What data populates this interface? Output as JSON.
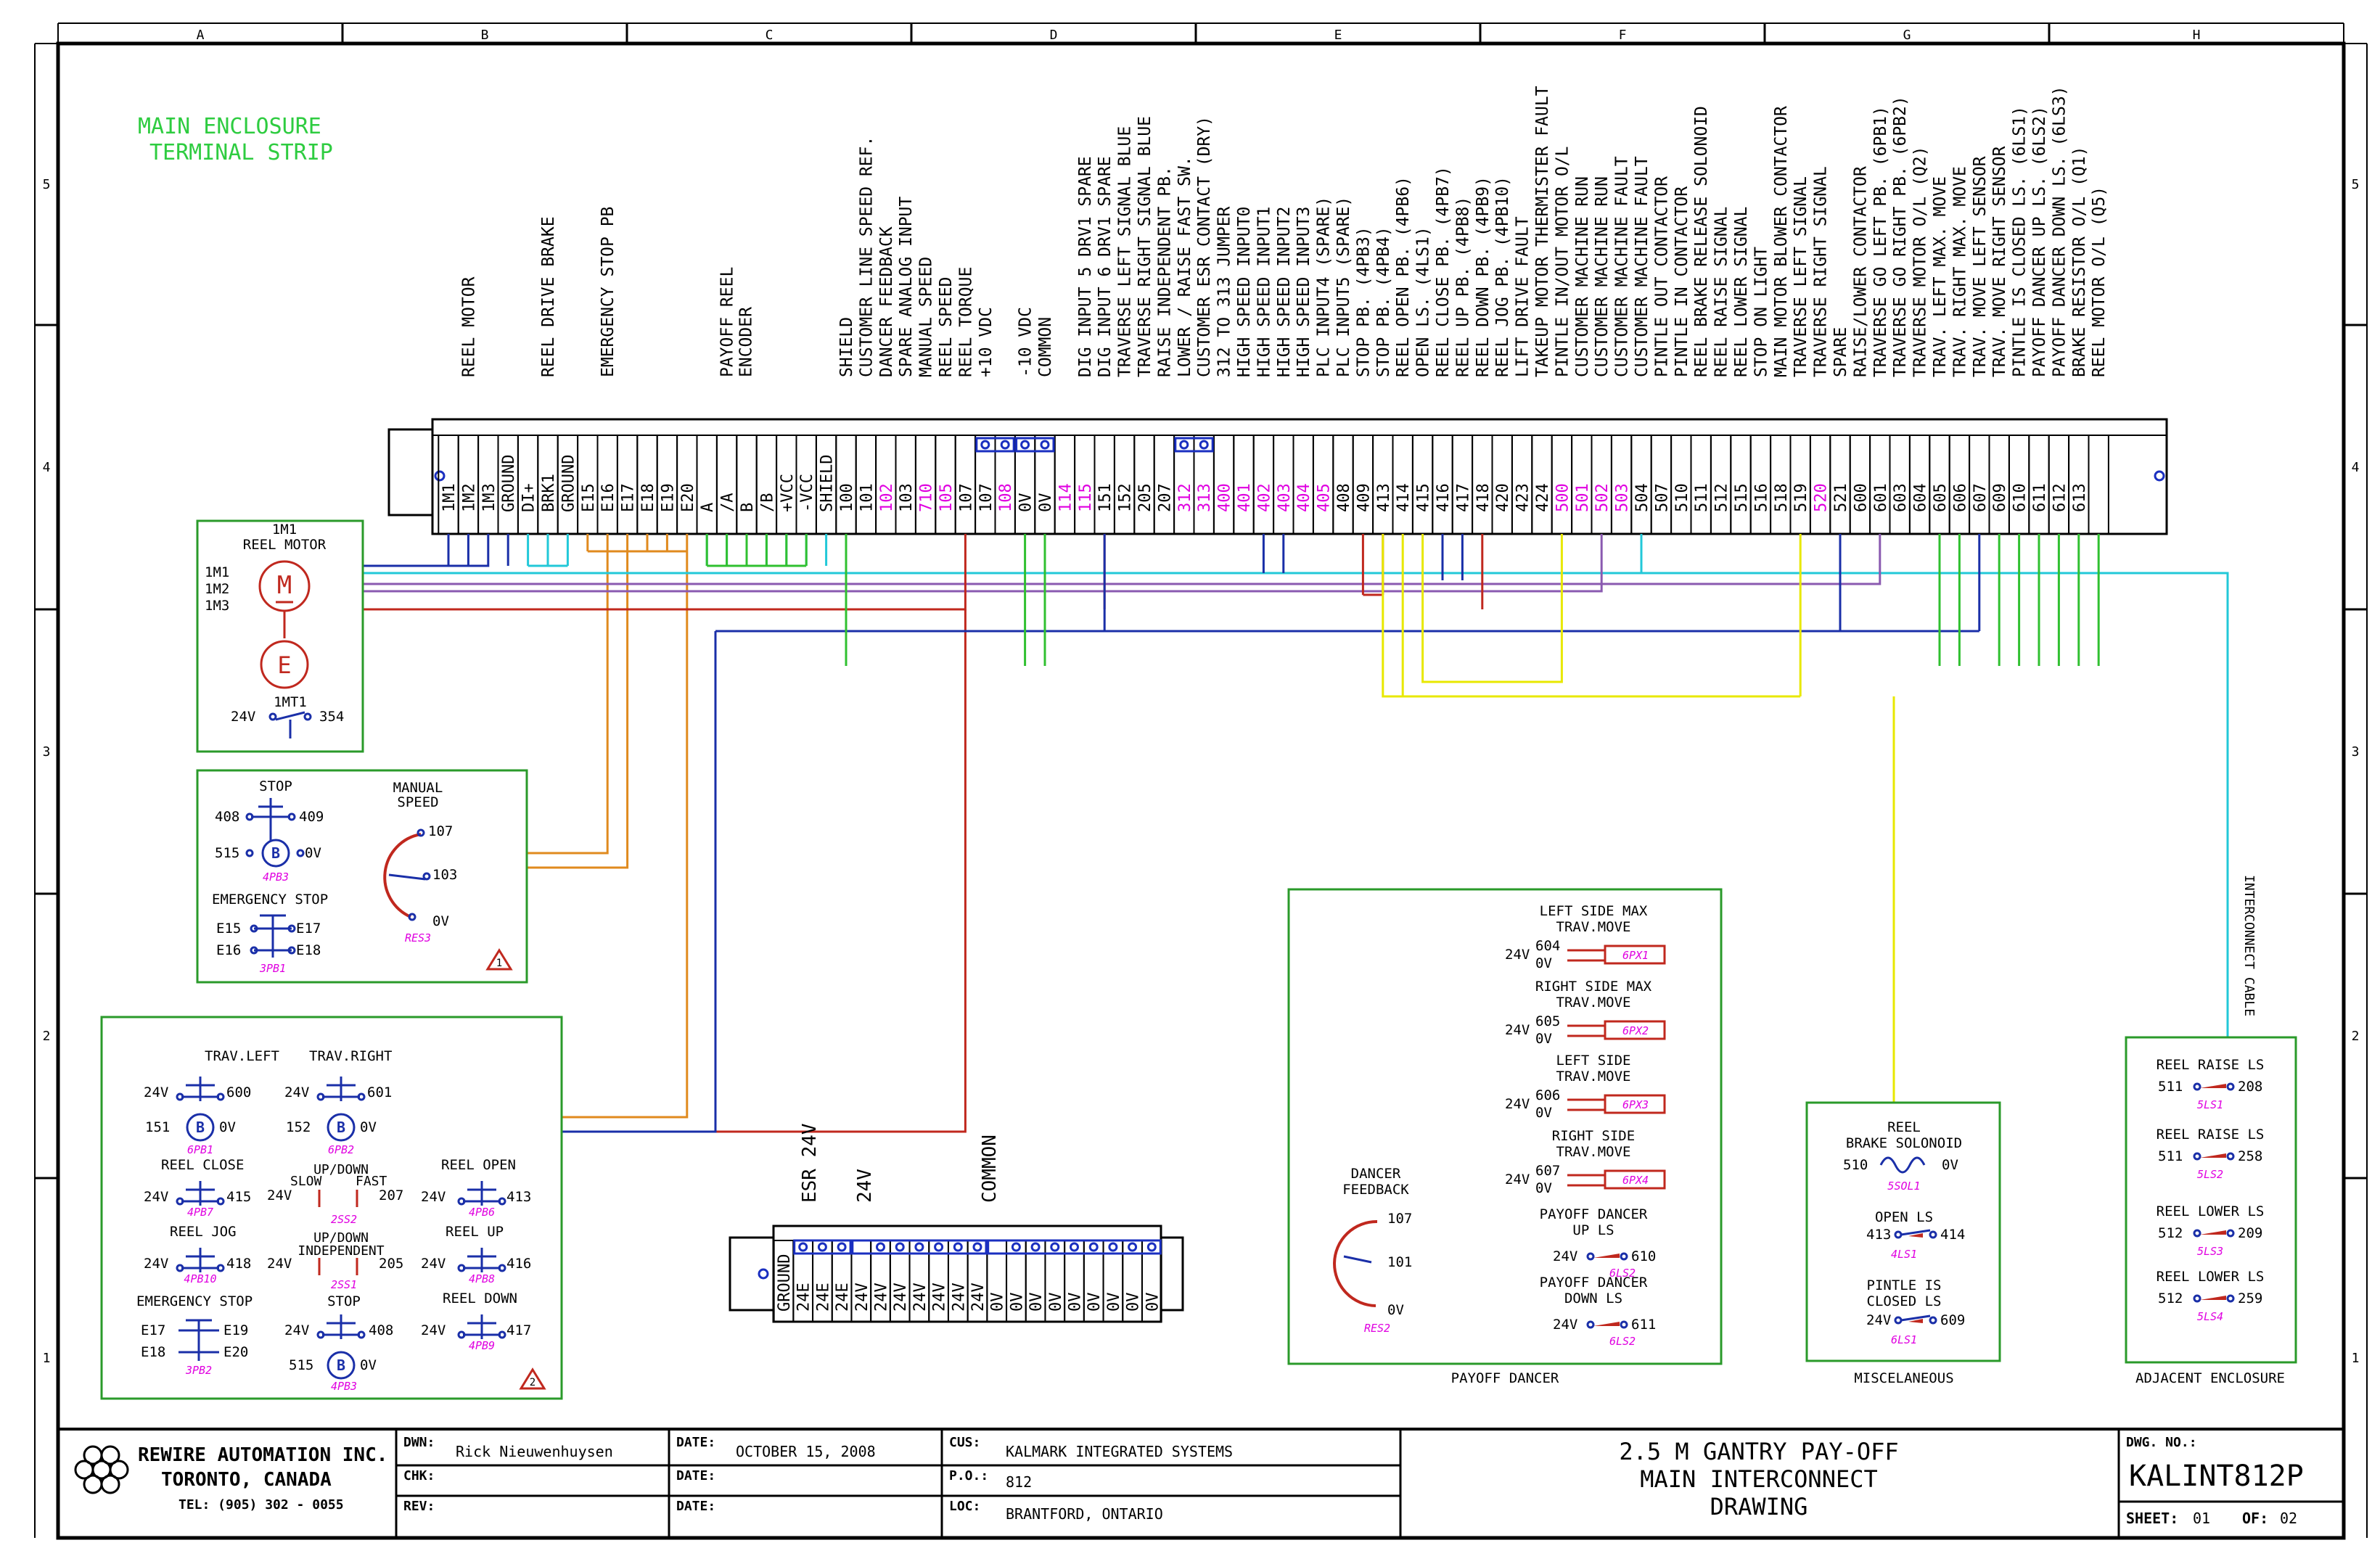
{
  "grid": {
    "columns": [
      "A",
      "B",
      "C",
      "D",
      "E",
      "F",
      "G",
      "H"
    ],
    "rows": [
      "5",
      "4",
      "3",
      "2",
      "1"
    ]
  },
  "heading": [
    "MAIN ENCLOSURE",
    "TERMINAL STRIP"
  ],
  "colors": {
    "green_label": "#2ecc40",
    "magenta": "#e000e0",
    "jumper_blue": "#1a2fc0",
    "wire_blue": "#1a2fa8",
    "wire_cyan": "#22c8d8",
    "wire_orange": "#e08a1e",
    "wire_red": "#c0281e",
    "wire_yellow": "#e8e800",
    "wire_green": "#30c030",
    "wire_purple": "#8a5ab0",
    "box_green": "#2a9a2a"
  },
  "main_terminals": [
    {
      "label": "1M1",
      "desc": ""
    },
    {
      "label": "1M2",
      "desc": "REEL MOTOR"
    },
    {
      "label": "1M3",
      "desc": ""
    },
    {
      "label": "GROUND",
      "desc": ""
    },
    {
      "label": "DI+",
      "desc": ""
    },
    {
      "label": "BRK1",
      "desc": "REEL DRIVE BRAKE"
    },
    {
      "label": "GROUND",
      "desc": ""
    },
    {
      "label": "E15",
      "desc": ""
    },
    {
      "label": "E16",
      "desc": "EMERGENCY STOP PB"
    },
    {
      "label": "E17",
      "desc": ""
    },
    {
      "label": "E18",
      "desc": ""
    },
    {
      "label": "E19",
      "desc": ""
    },
    {
      "label": "E20",
      "desc": ""
    },
    {
      "label": "A",
      "desc": ""
    },
    {
      "label": "/A",
      "desc": "PAYOFF REEL|ENCODER"
    },
    {
      "label": "B",
      "desc": ""
    },
    {
      "label": "/B",
      "desc": ""
    },
    {
      "label": "+VCC",
      "desc": ""
    },
    {
      "label": "-VCC",
      "desc": ""
    },
    {
      "label": "SHIELD",
      "desc": ""
    },
    {
      "label": "100",
      "desc": "SHIELD"
    },
    {
      "label": "101",
      "desc": "CUSTOMER LINE SPEED REF."
    },
    {
      "label": "102",
      "desc": "DANCER FEEDBACK",
      "mag": true
    },
    {
      "label": "103",
      "desc": "SPARE ANALOG INPUT"
    },
    {
      "label": "710",
      "desc": "MANUAL SPEED",
      "mag": true
    },
    {
      "label": "105",
      "desc": "REEL SPEED",
      "mag": true
    },
    {
      "label": "107",
      "desc": "REEL TORQUE"
    },
    {
      "label": "107",
      "desc": "+10 VDC"
    },
    {
      "label": "108",
      "desc": "",
      "mag": true
    },
    {
      "label": "0V",
      "desc": "-10 VDC"
    },
    {
      "label": "0V",
      "desc": "COMMON"
    },
    {
      "label": "114",
      "desc": "",
      "mag": true
    },
    {
      "label": "115",
      "desc": "DIG INPUT 5 DRV1 SPARE",
      "mag": true
    },
    {
      "label": "151",
      "desc": "DIG INPUT 6 DRV1 SPARE"
    },
    {
      "label": "152",
      "desc": "TRAVERSE LEFT SIGNAL BLUE"
    },
    {
      "label": "205",
      "desc": "TRAVERSE RIGHT SIGNAL BLUE"
    },
    {
      "label": "207",
      "desc": "RAISE INDEPENDENT PB."
    },
    {
      "label": "312",
      "desc": "LOWER / RAISE FAST SW.",
      "mag": true
    },
    {
      "label": "313",
      "desc": "CUSTOMER ESR CONTACT (DRY)",
      "mag": true
    },
    {
      "label": "400",
      "desc": "312 TO 313 JUMPER",
      "mag": true
    },
    {
      "label": "401",
      "desc": "HIGH SPEED INPUT0",
      "mag": true
    },
    {
      "label": "402",
      "desc": "HIGH SPEED INPUT1",
      "mag": true
    },
    {
      "label": "403",
      "desc": "HIGH SPEED INPUT2",
      "mag": true
    },
    {
      "label": "404",
      "desc": "HIGH SPEED INPUT3",
      "mag": true
    },
    {
      "label": "405",
      "desc": "PLC INPUT4 (SPARE)",
      "mag": true
    },
    {
      "label": "408",
      "desc": "PLC INPUT5 (SPARE)"
    },
    {
      "label": "409",
      "desc": "STOP PB. (4PB3)"
    },
    {
      "label": "413",
      "desc": "STOP PB. (4PB4)"
    },
    {
      "label": "414",
      "desc": "REEL OPEN PB. (4PB6)"
    },
    {
      "label": "415",
      "desc": "OPEN LS. (4LS1)"
    },
    {
      "label": "416",
      "desc": "REEL CLOSE PB. (4PB7)"
    },
    {
      "label": "417",
      "desc": "REEL UP PB. (4PB8)"
    },
    {
      "label": "418",
      "desc": "REEL DOWN PB. (4PB9)"
    },
    {
      "label": "420",
      "desc": "REEL JOG PB. (4PB10)"
    },
    {
      "label": "423",
      "desc": "LIFT DRIVE FAULT"
    },
    {
      "label": "424",
      "desc": "TAKEUP MOTOR THERMISTER FAULT"
    },
    {
      "label": "500",
      "desc": "PINTLE IN/OUT MOTOR O/L",
      "mag": true
    },
    {
      "label": "501",
      "desc": "CUSTOMER MACHINE RUN",
      "mag": true
    },
    {
      "label": "502",
      "desc": "CUSTOMER MACHINE RUN",
      "mag": true
    },
    {
      "label": "503",
      "desc": "CUSTOMER MACHINE FAULT",
      "mag": true
    },
    {
      "label": "504",
      "desc": "CUSTOMER MACHINE FAULT"
    },
    {
      "label": "507",
      "desc": "PINTLE OUT CONTACTOR"
    },
    {
      "label": "510",
      "desc": "PINTLE IN CONTACTOR"
    },
    {
      "label": "511",
      "desc": "REEL BRAKE RELEASE SOLONOID"
    },
    {
      "label": "512",
      "desc": "REEL RAISE SIGNAL"
    },
    {
      "label": "515",
      "desc": "REEL LOWER SIGNAL"
    },
    {
      "label": "516",
      "desc": "STOP ON LIGHT"
    },
    {
      "label": "518",
      "desc": "MAIN MOTOR BLOWER CONTACTOR"
    },
    {
      "label": "519",
      "desc": "TRAVERSE LEFT SIGNAL"
    },
    {
      "label": "520",
      "desc": "TRAVERSE RIGHT SIGNAL",
      "mag": true
    },
    {
      "label": "521",
      "desc": "SPARE"
    },
    {
      "label": "600",
      "desc": "RAISE/LOWER CONTACTOR"
    },
    {
      "label": "601",
      "desc": "TRAVERSE GO LEFT PB. (6PB1)"
    },
    {
      "label": "603",
      "desc": "TRAVERSE GO RIGHT PB. (6PB2)"
    },
    {
      "label": "604",
      "desc": "TRAVERSE MOTOR O/L (Q2)"
    },
    {
      "label": "605",
      "desc": "TRAV. LEFT MAX. MOVE"
    },
    {
      "label": "606",
      "desc": "TRAV. RIGHT MAX. MOVE"
    },
    {
      "label": "607",
      "desc": "TRAV. MOVE LEFT SENSOR"
    },
    {
      "label": "609",
      "desc": "TRAV. MOVE RIGHT SENSOR"
    },
    {
      "label": "610",
      "desc": "PINTLE IS CLOSED LS. (6LS1)"
    },
    {
      "label": "611",
      "desc": "PAYOFF DANCER UP LS. (6LS2)"
    },
    {
      "label": "612",
      "desc": "PAYOFF DANCER DOWN LS. (6LS3)"
    },
    {
      "label": "613",
      "desc": "BRAKE RESISTOR O/L (Q1)"
    },
    {
      "label": "",
      "desc": "REEL MOTOR O/L (Q5)"
    }
  ],
  "aux_strip": {
    "headers": [
      "ESR 24V",
      "24V",
      "COMMON"
    ],
    "terminals": [
      "GROUND",
      "24E",
      "24E",
      "24E",
      "24V",
      "24V",
      "24V",
      "24V",
      "24V",
      "24V",
      "24V",
      "0V",
      "0V",
      "0V",
      "0V",
      "0V",
      "0V",
      "0V",
      "0V",
      "0V"
    ]
  },
  "motor_box": {
    "tag": "1M1",
    "title": "REEL MOTOR",
    "leads": [
      "1M1",
      "1M2",
      "1M3"
    ],
    "m": "M",
    "e": "E",
    "thermal": "1MT1",
    "v24": "24V",
    "num": "354"
  },
  "pendant1": {
    "stop": "STOP",
    "s1": "408",
    "s2": "409",
    "s3": "515",
    "s4": "0V",
    "b": "B",
    "tag_stop": "4PB3",
    "manual": [
      "MANUAL",
      "SPEED"
    ],
    "m107": "107",
    "m103": "103",
    "m0v": "0V",
    "res": "RES3",
    "estop": "EMERGENCY STOP",
    "e15": "E15",
    "e17": "E17",
    "e16": "E16",
    "e18": "E18",
    "tag_estop": "3PB1",
    "tri": "1"
  },
  "pendant2": {
    "trav_left": "TRAV.LEFT",
    "trav_right": "TRAV.RIGHT",
    "v24": "24V",
    "n600": "600",
    "n601": "601",
    "n151": "151",
    "n152": "152",
    "zero": "0V",
    "tl": "6PB1",
    "tr": "6PB2",
    "reel_close": "REEL CLOSE",
    "n415": "415",
    "tclose": "4PB7",
    "updown1": [
      "UP/DOWN",
      "SLOW",
      "FAST"
    ],
    "n207": "207",
    "t2ss2": "2SS2",
    "reel_open": "REEL OPEN",
    "n413": "413",
    "topen": "4PB6",
    "reel_jog": "REEL JOG",
    "n418": "418",
    "tjog": "4PB10",
    "updown2": [
      "UP/DOWN",
      "INDEPENDENT"
    ],
    "n205": "205",
    "t2ss1": "2SS1",
    "reel_up": "REEL UP",
    "n416": "416",
    "tup": "4PB8",
    "estop": "EMERGENCY STOP",
    "e17": "E17",
    "e19": "E19",
    "e18": "E18",
    "e20": "E20",
    "tes": "3PB2",
    "stop": "STOP",
    "n408": "408",
    "n515": "515",
    "tstop": "4PB3",
    "reel_down": "REEL DOWN",
    "n417": "417",
    "tdown": "4PB9",
    "tri": "2"
  },
  "payoff_box": {
    "caption": "PAYOFF DANCER",
    "dancer": [
      "DANCER",
      "FEEDBACK"
    ],
    "d107": "107",
    "d101": "101",
    "d0v": "0V",
    "res": "RES2",
    "prox": [
      {
        "t": [
          "LEFT SIDE MAX",
          "TRAV.MOVE"
        ],
        "n": "604",
        "tag": "6PX1"
      },
      {
        "t": [
          "RIGHT SIDE MAX",
          "TRAV.MOVE"
        ],
        "n": "605",
        "tag": "6PX2"
      },
      {
        "t": [
          "LEFT SIDE",
          "TRAV.MOVE"
        ],
        "n": "606",
        "tag": "6PX3"
      },
      {
        "t": [
          "RIGHT SIDE",
          "TRAV.MOVE"
        ],
        "n": "607",
        "tag": "6PX4"
      }
    ],
    "v24": "24V",
    "zero": "0V",
    "ls": [
      {
        "t": [
          "PAYOFF DANCER",
          "UP LS"
        ],
        "n": "610",
        "tag": "6LS2"
      },
      {
        "t": [
          "PAYOFF DANCER",
          "DOWN LS"
        ],
        "n": "611",
        "tag": "6LS2"
      }
    ]
  },
  "misc_box": {
    "caption": "MISCELANEOUS",
    "brake": [
      "REEL",
      "BRAKE SOLONOID"
    ],
    "n510": "510",
    "zero": "0V",
    "tsol": "5SOL1",
    "open": "OPEN LS",
    "n413": "413",
    "n414": "414",
    "tls1": "4LS1",
    "pintle": [
      "PINTLE IS",
      "CLOSED LS"
    ],
    "v24": "24V",
    "n609": "609",
    "tls6": "6LS1"
  },
  "adj_box": {
    "caption": "ADJACENT ENCLOSURE",
    "cable": "INTERCONNECT CABLE",
    "items": [
      {
        "t": "REEL RAISE LS",
        "a": "511",
        "b": "208",
        "tag": "5LS1"
      },
      {
        "t": "REEL RAISE LS",
        "a": "511",
        "b": "258",
        "tag": "5LS2"
      },
      {
        "t": "REEL LOWER LS",
        "a": "512",
        "b": "209",
        "tag": "5LS3"
      },
      {
        "t": "REEL LOWER LS",
        "a": "512",
        "b": "259",
        "tag": "5LS4"
      }
    ]
  },
  "title_block": {
    "company": "REWIRE AUTOMATION INC.",
    "city": "TORONTO, CANADA",
    "tel": "TEL: (905) 302 - 0055",
    "dwn_label": "DWN:",
    "dwn": "Rick Nieuwenhuysen",
    "chk_label": "CHK:",
    "rev_label": "REV:",
    "date_label": "DATE:",
    "date": "OCTOBER 15, 2008",
    "cus_label": "CUS:",
    "cus": "KALMARK INTEGRATED SYSTEMS",
    "po_label": "P.O.:",
    "po": "812",
    "loc_label": "LOC:",
    "loc": "BRANTFORD, ONTARIO",
    "title": [
      "2.5 M GANTRY PAY-OFF",
      "MAIN INTERCONNECT",
      "DRAWING"
    ],
    "dwg_label": "DWG. NO.:",
    "dwg": "KALINT812P",
    "sheet_label": "SHEET:",
    "sheet": "01",
    "of_label": "OF:",
    "of": "02"
  }
}
